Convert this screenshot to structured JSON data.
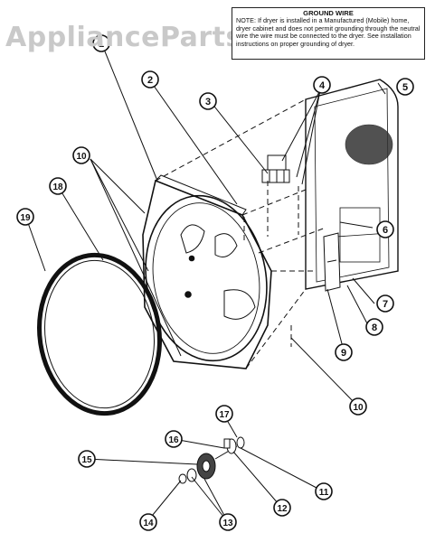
{
  "watermark": "AppliancePartsPros",
  "note": {
    "title": "GROUND WIRE",
    "body": "NOTE: If dryer is installed in a Manufactured (Mobile) home, dryer cabinet and does not permit grounding through the neutral wire the wire must be connected to the dryer. See installation instructions on proper grounding of dryer."
  },
  "callouts": [
    "1",
    "2",
    "3",
    "4",
    "5",
    "6",
    "7",
    "8",
    "9",
    "10",
    "10",
    "11",
    "12",
    "13",
    "14",
    "15",
    "16",
    "17",
    "18",
    "19"
  ]
}
